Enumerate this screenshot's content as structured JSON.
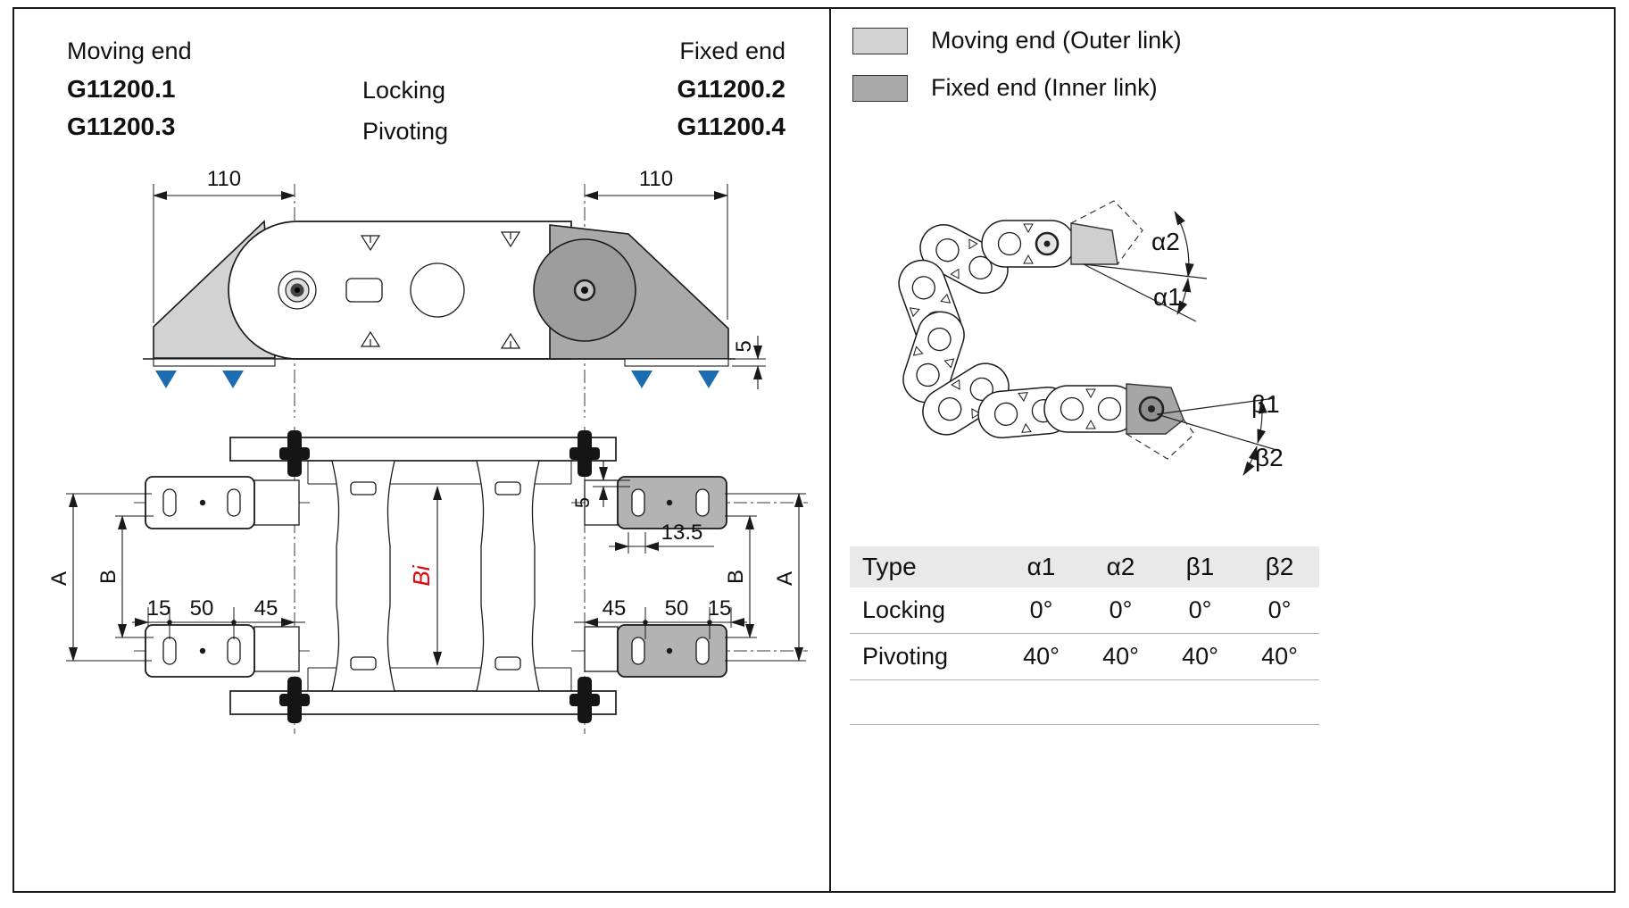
{
  "header": {
    "moving_end_title": "Moving end",
    "moving_end_code_top": "G11200.1",
    "moving_end_code_bottom": "G11200.3",
    "locking_label": "Locking",
    "pivoting_label": "Pivoting",
    "fixed_end_title": "Fixed end",
    "fixed_end_code_top": "G11200.2",
    "fixed_end_code_bottom": "G11200.4"
  },
  "dimensions": {
    "pitch_left": "110",
    "pitch_right": "110",
    "foot_height": "5",
    "A_left": "A",
    "B_left": "B",
    "Bi": "Bi",
    "left_15": "15",
    "left_50": "50",
    "left_45": "45",
    "right_45": "45",
    "right_50": "50",
    "right_15": "15",
    "offset_5": "5",
    "offset_13_5": "13.5",
    "B_right": "B",
    "A_right": "A"
  },
  "legend": {
    "moving": "Moving end (Outer link)",
    "fixed": "Fixed end (Inner link)"
  },
  "angles": {
    "a2": "α2",
    "a1": "α1",
    "b1": "β1",
    "b2": "β2"
  },
  "table": {
    "headers": {
      "type": "Type",
      "a1": "α1",
      "a2": "α2",
      "b1": "β1",
      "b2": "β2"
    },
    "rows": [
      {
        "type": "Locking",
        "a1": "0°",
        "a2": "0°",
        "b1": "0°",
        "b2": "0°"
      },
      {
        "type": "Pivoting",
        "a1": "40°",
        "a2": "40°",
        "b1": "40°",
        "b2": "40°"
      }
    ]
  },
  "colors": {
    "moving_end_fill": "#d2d2d2",
    "fixed_end_fill": "#a9a9a9",
    "marker_blue": "#1b6cb0",
    "bi_red": "#e30613",
    "table_header_bg": "#e9e9e9"
  }
}
